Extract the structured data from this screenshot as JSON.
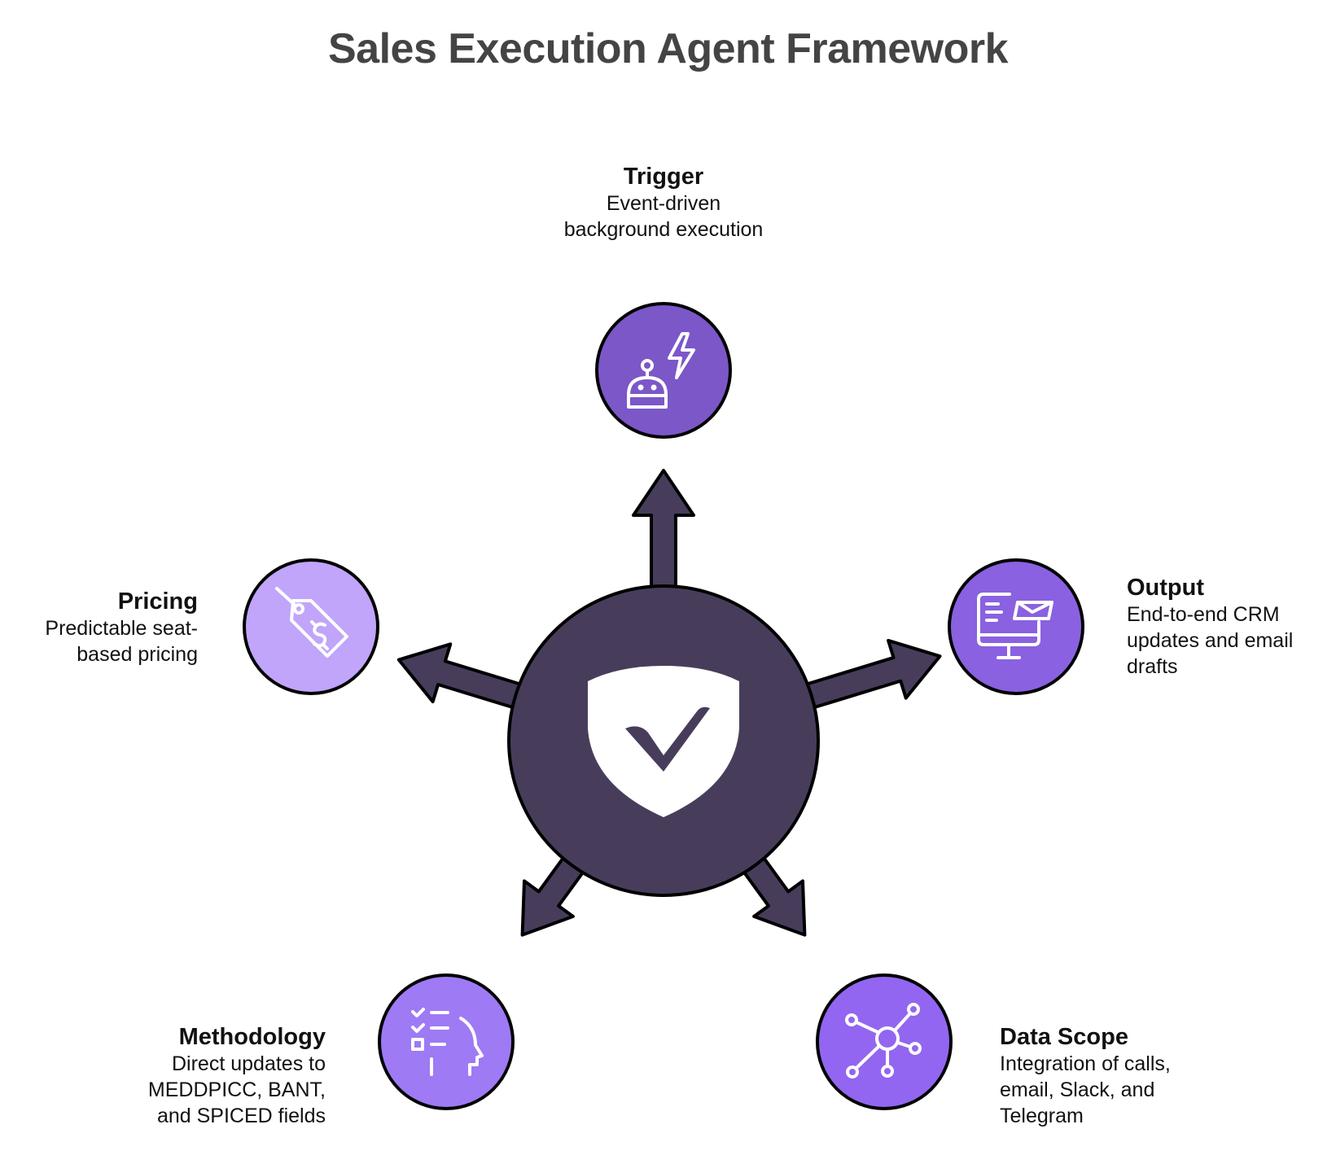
{
  "title": "Sales Execution Agent Framework",
  "hub": {
    "icon": "shield-check-icon",
    "color": "#473d5b"
  },
  "nodes": [
    {
      "id": "trigger",
      "heading": "Trigger",
      "description": "Event-driven\nbackground execution",
      "icon": "robot-lightning-icon",
      "color": "#7b57c8"
    },
    {
      "id": "output",
      "heading": "Output",
      "description": "End-to-end CRM\nupdates and email\ndrafts",
      "icon": "monitor-mail-icon",
      "color": "#8a61e0"
    },
    {
      "id": "data-scope",
      "heading": "Data Scope",
      "description": "Integration of calls,\nemail, Slack, and\nTelegram",
      "icon": "network-hub-icon",
      "color": "#9266f0"
    },
    {
      "id": "methodology",
      "heading": "Methodology",
      "description": "Direct updates to\nMEDDPICC, BANT,\nand SPICED fields",
      "icon": "head-checklist-icon",
      "color": "#9e7af5"
    },
    {
      "id": "pricing",
      "heading": "Pricing",
      "description": "Predictable seat-\nbased pricing",
      "icon": "price-tag-icon",
      "color": "#c0a5fb"
    }
  ]
}
